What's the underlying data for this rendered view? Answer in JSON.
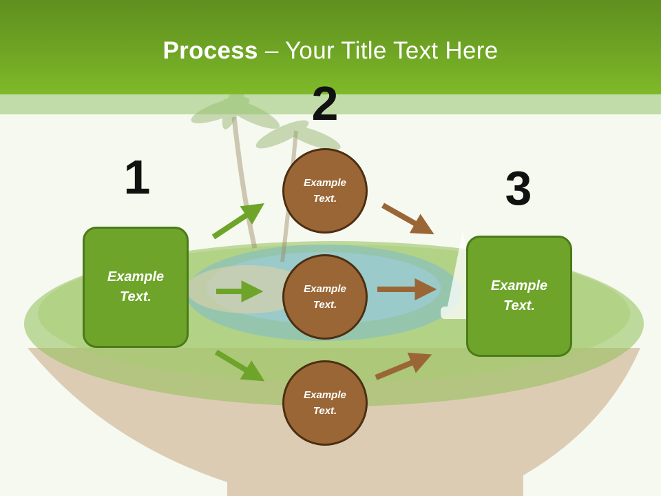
{
  "header": {
    "title_strong": "Process",
    "title_rest": " – Your Title Text Here"
  },
  "steps": {
    "one": "1",
    "two": "2",
    "three": "3"
  },
  "boxes": {
    "left": "Example\nText.",
    "right": "Example\nText."
  },
  "circles": [
    {
      "label": "Example\nText."
    },
    {
      "label": "Example\nText."
    },
    {
      "label": "Example\nText."
    }
  ],
  "colors": {
    "header_green": "#6fa524",
    "box_green": "#6ea42a",
    "circle_brown": "#9a6636",
    "arrow_green": "#6ea42a",
    "arrow_brown": "#9a6636"
  }
}
